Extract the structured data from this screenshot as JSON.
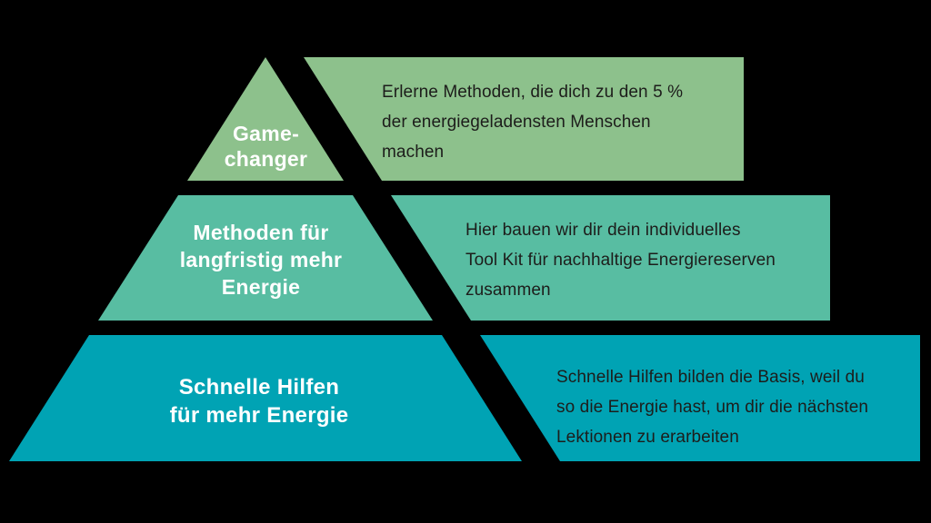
{
  "background_color": "#000000",
  "text_colors": {
    "heading": "#ffffff",
    "body": "#1d1d1b"
  },
  "pyramid": {
    "tiers": [
      {
        "id": "game-changer",
        "color": "#8dc18c",
        "label": "Game-\nchanger",
        "description": "Erlerne Methoden, die dich zu den 5 %\nder energiegeladensten Menschen\nmachen"
      },
      {
        "id": "methoden-langfristig",
        "color": "#58bda2",
        "label": "Methoden für\nlangfristig mehr\nEnergie",
        "description": "Hier bauen wir dir dein individuelles\nTool Kit für nachhaltige Energiereserven\nzusammen"
      },
      {
        "id": "schnelle-hilfen",
        "color": "#00a3b4",
        "label": "Schnelle Hilfen\nfür mehr Energie",
        "description": "Schnelle Hilfen bilden die Basis, weil du\nso die Energie hast, um dir die nächsten\nLektionen zu erarbeiten"
      }
    ]
  }
}
